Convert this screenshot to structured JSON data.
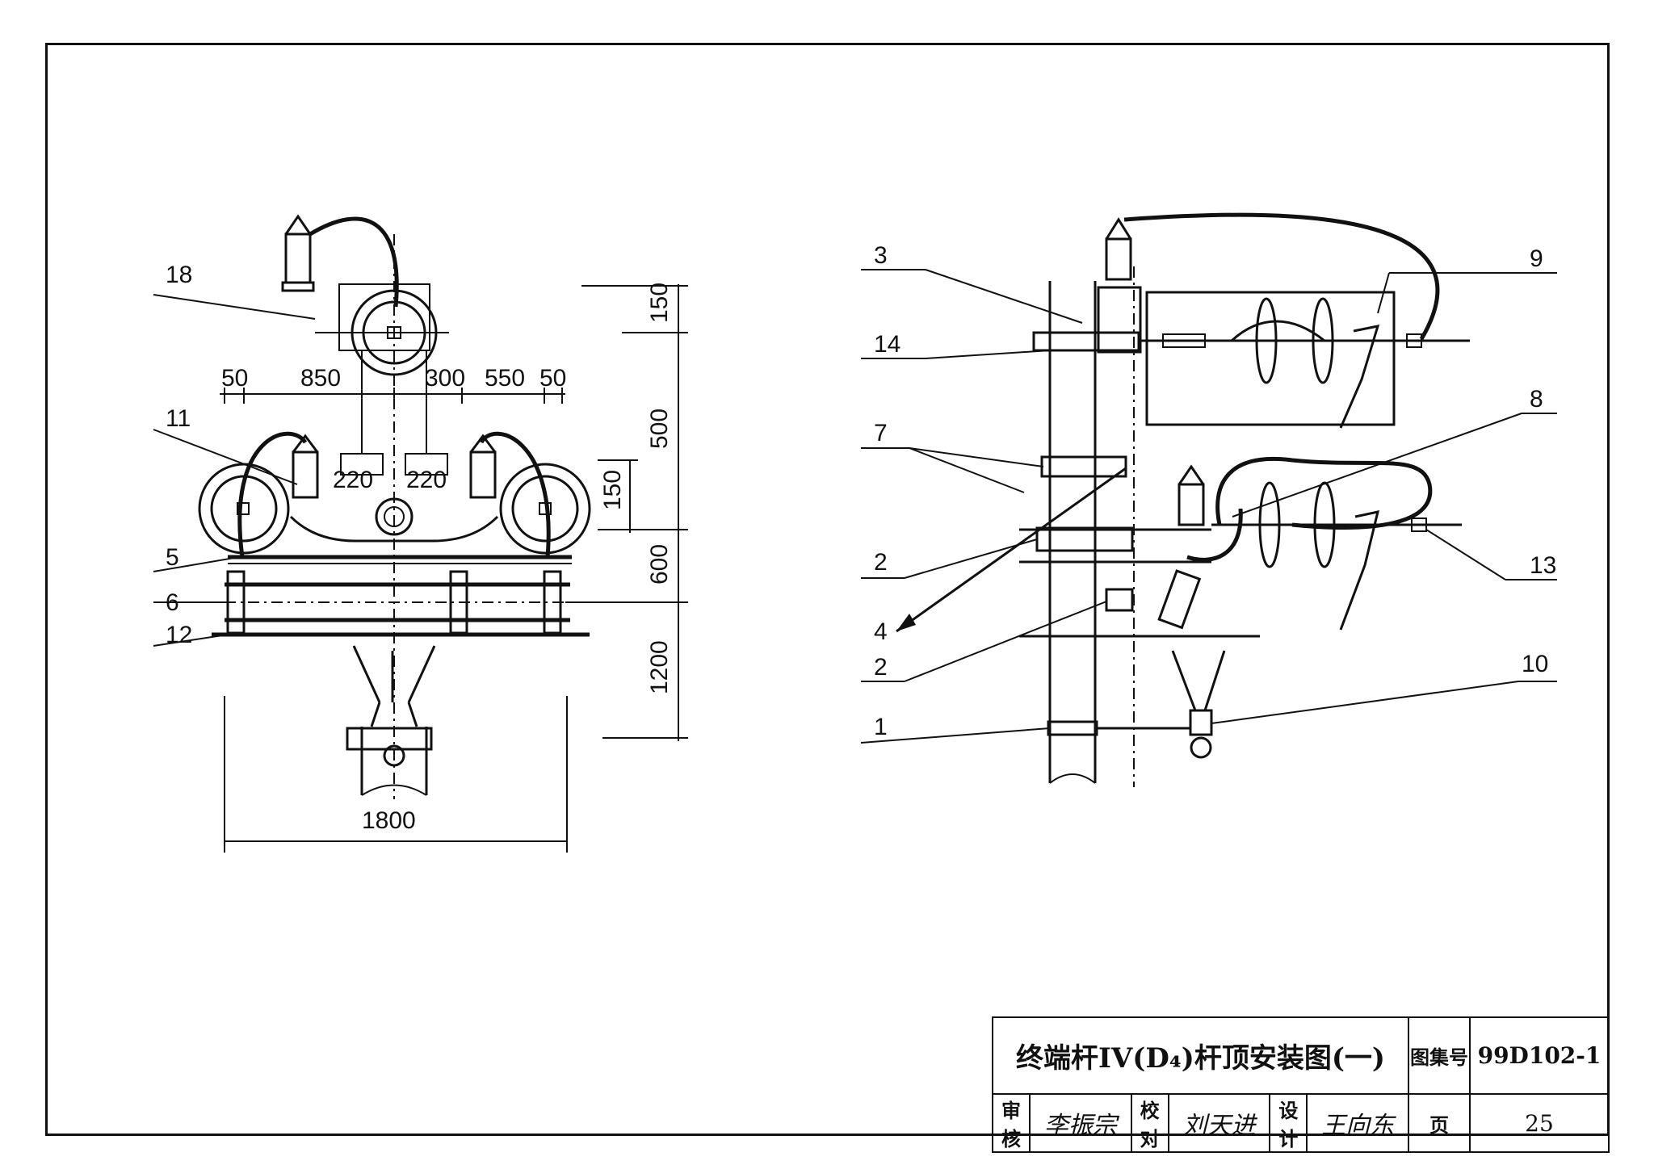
{
  "title_block": {
    "drawing_title": "终端杆ⅠⅤ(D₄)杆顶安装图(一)",
    "atlas_label": "图集号",
    "atlas_number": "99D102-1",
    "review_label": "审核",
    "review_signature": "李振宗",
    "check_label": "校对",
    "check_signature": "刘天进",
    "design_label": "设计",
    "design_signature": "王向东",
    "page_label": "页",
    "page_number": "25"
  },
  "left_view": {
    "callouts": [
      "18",
      "11",
      "5",
      "6",
      "12"
    ],
    "horizontal_dims": [
      "50",
      "850",
      "300",
      "550",
      "50"
    ],
    "inner_dims": [
      "220",
      "220"
    ],
    "vertical_dims": [
      "150",
      "500",
      "150",
      "600",
      "1200"
    ],
    "overall_width": "1800"
  },
  "right_view": {
    "callouts_left": [
      "3",
      "14",
      "7",
      "2",
      "4",
      "2",
      "1"
    ],
    "callouts_right": [
      "9",
      "8",
      "13",
      "10"
    ]
  }
}
